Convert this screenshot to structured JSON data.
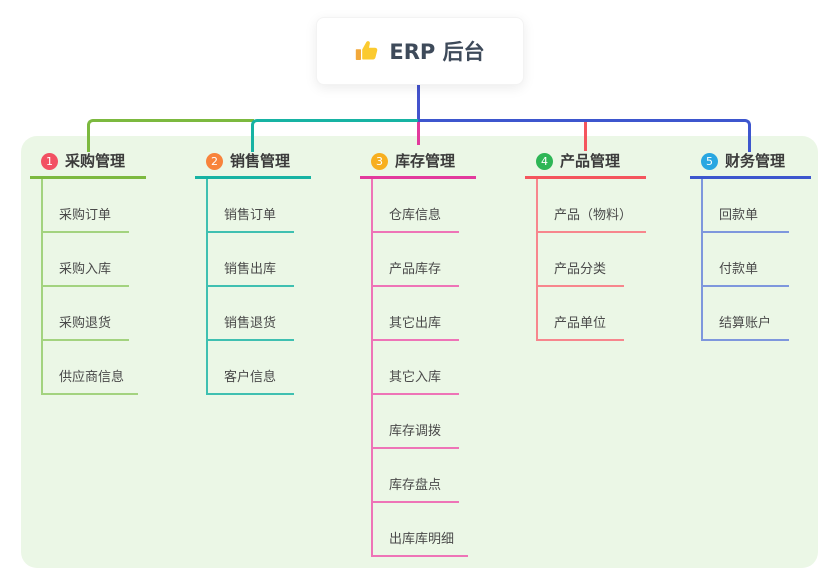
{
  "root": {
    "label": "ERP 后台",
    "icon": "thumbs-up-icon"
  },
  "branches": [
    {
      "index": "1",
      "label": "采购管理",
      "badge_color": "#f25163",
      "line_color": "#7cb93f",
      "child_line_color": "#a3d37f",
      "children": [
        "采购订单",
        "采购入库",
        "采购退货",
        "供应商信息"
      ]
    },
    {
      "index": "2",
      "label": "销售管理",
      "badge_color": "#f8833b",
      "line_color": "#17b3a3",
      "child_line_color": "#3fc0b1",
      "children": [
        "销售订单",
        "销售出库",
        "销售退货",
        "客户信息"
      ]
    },
    {
      "index": "3",
      "label": "库存管理",
      "badge_color": "#f7af1f",
      "line_color": "#e23a9d",
      "child_line_color": "#ee74b7",
      "children": [
        "仓库信息",
        "产品库存",
        "其它出库",
        "其它入库",
        "库存调拨",
        "库存盘点",
        "出库库明细"
      ]
    },
    {
      "index": "4",
      "label": "产品管理",
      "badge_color": "#2eb656",
      "line_color": "#f4555d",
      "child_line_color": "#f7868d",
      "children": [
        "产品（物料）",
        "产品分类",
        "产品单位"
      ]
    },
    {
      "index": "5",
      "label": "财务管理",
      "badge_color": "#29a7e1",
      "line_color": "#3d56ce",
      "child_line_color": "#7e97dd",
      "children": [
        "回款单",
        "付款单",
        "结算账户"
      ]
    }
  ],
  "colors": {
    "panel_bg": "#ebf7e6",
    "root_connector": "#4453cd",
    "root_text": "#3e4a5a",
    "header_text": "#3b3b3b",
    "child_text": "#4a4a4a"
  }
}
